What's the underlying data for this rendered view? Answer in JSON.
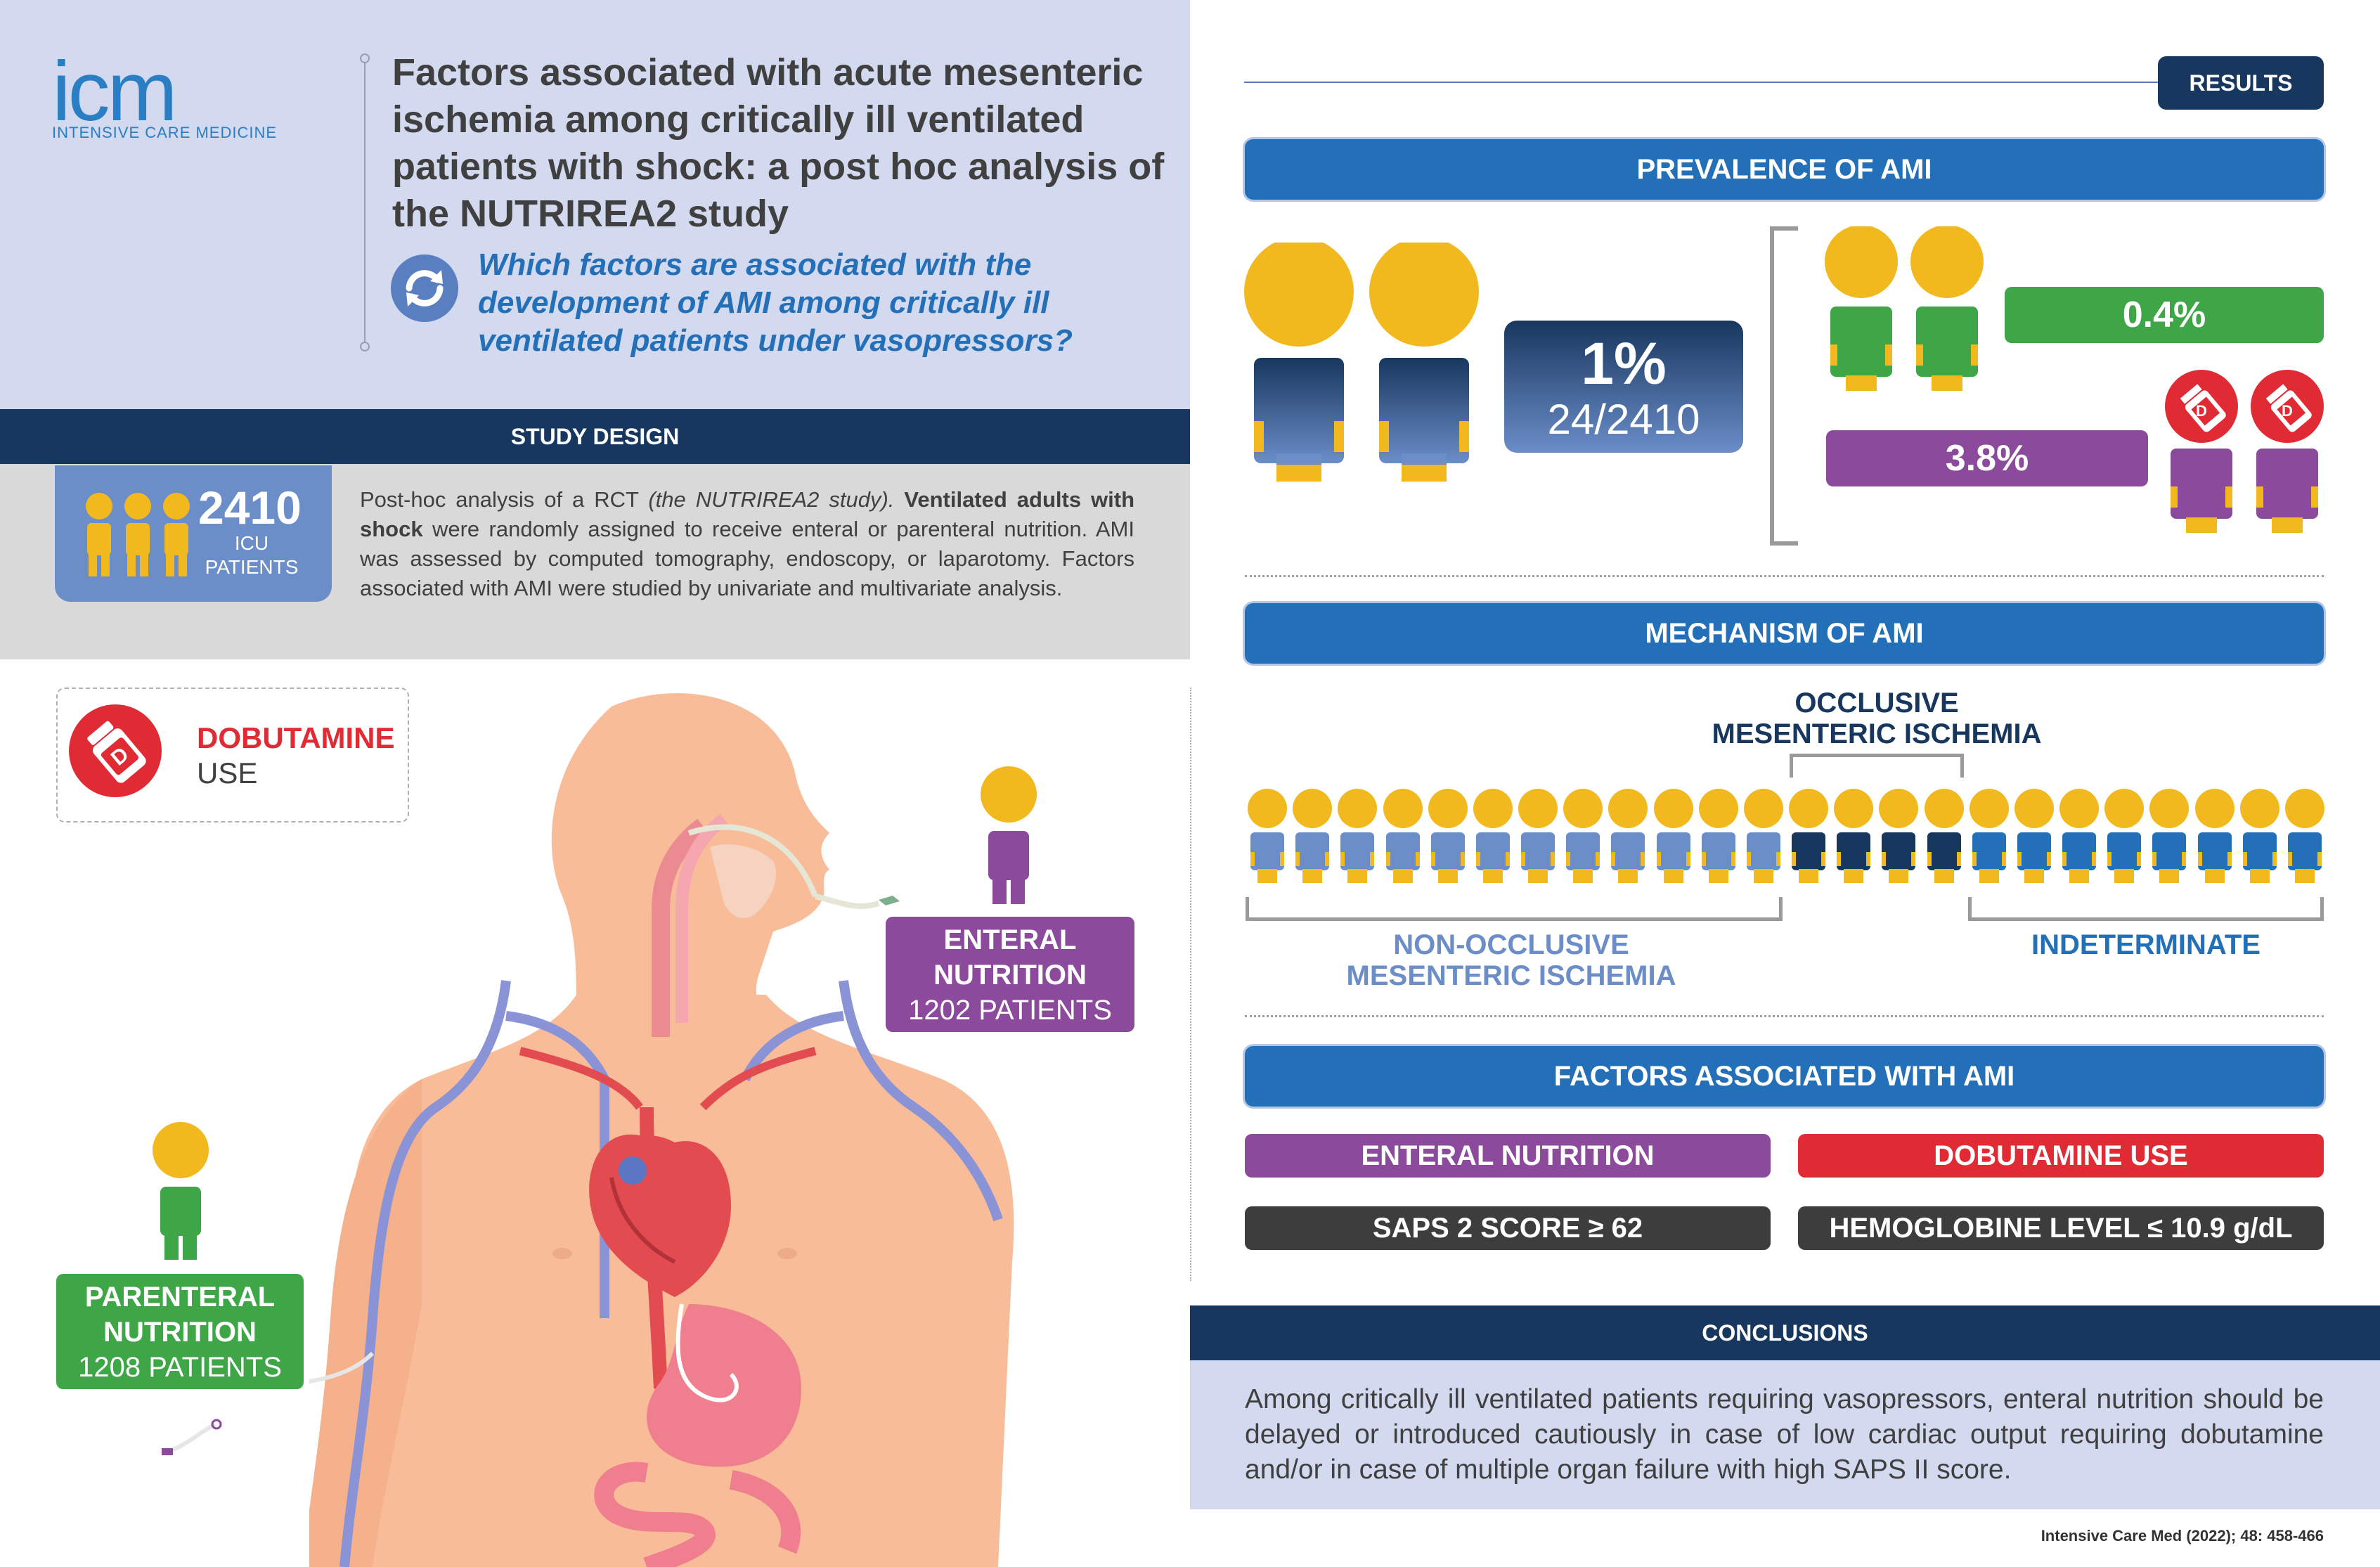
{
  "logo": {
    "text": "icm",
    "subtitle": "INTENSIVE CARE MEDICINE"
  },
  "title": "Factors associated with acute mesenteric ischemia among critically ill ventilated patients with shock: a post hoc analysis of the NUTRIREA2 study",
  "question": "Which factors are associated with the development of AMI among critically ill ventilated patients under vasopressors?",
  "study_design": {
    "header": "STUDY DESIGN",
    "count": "2410",
    "count_label_1": "ICU",
    "count_label_2": "PATIENTS",
    "text_1": "Post-hoc analysis of a RCT ",
    "text_italic": "(the NUTRIREA2 study).",
    "text_bold_1": " Ventilated adults with shock",
    "text_2": " were randomly assigned to receive enteral or parenteral nutrition. AMI was assessed by computed tomography, endoscopy, or laparotomy. Factors associated with AMI were studied by univariate and multivariate analysis."
  },
  "dobutamine": {
    "title": "DOBUTAMINE",
    "subtitle": "USE",
    "icon_letter": "D"
  },
  "enteral": {
    "line1": "ENTERAL",
    "line2": "NUTRITION",
    "line3": "1202 PATIENTS"
  },
  "parenteral": {
    "line1": "PARENTERAL",
    "line2": "NUTRITION",
    "line3": "1208 PATIENTS"
  },
  "results": {
    "button": "RESULTS",
    "prevalence_header": "PREVALENCE OF AMI",
    "prevalence_pct": "1%",
    "prevalence_frac": "24/2410",
    "enteral_pct": "0.4%",
    "dobutamine_pct": "3.8%",
    "mechanism_header": "MECHANISM OF AMI",
    "occlusive_1": "OCCLUSIVE",
    "occlusive_2": "MESENTERIC ISCHEMIA",
    "non_occlusive_1": "NON-OCCLUSIVE",
    "non_occlusive_2": "MESENTERIC ISCHEMIA",
    "indeterminate": "INDETERMINATE",
    "factors_header": "FACTORS ASSOCIATED WITH AMI",
    "factors": [
      "ENTERAL NUTRITION",
      "DOBUTAMINE USE",
      "SAPS 2 SCORE ≥ 62",
      "HEMOGLOBINE LEVEL ≤ 10.9 g/dL"
    ]
  },
  "mechanism_counts": {
    "non_occlusive": 12,
    "occlusive": 4,
    "indeterminate": 8
  },
  "colors": {
    "navy": "#17375e",
    "blue": "#2470b8",
    "light_blue": "#6b8dc8",
    "yellow": "#f2b91e",
    "green": "#3fa648",
    "purple": "#8b4a9c",
    "red": "#e02b35",
    "dark_gray": "#3d3d3d"
  },
  "conclusions": {
    "header": "CONCLUSIONS",
    "text": "Among critically ill ventilated patients requiring vasopressors, enteral nutrition should be delayed or introduced cautiously in case of low cardiac output requiring dobutamine and/or in case of multiple organ failure with high SAPS II score."
  },
  "citation": "Intensive Care Med (2022); 48: 458-466"
}
